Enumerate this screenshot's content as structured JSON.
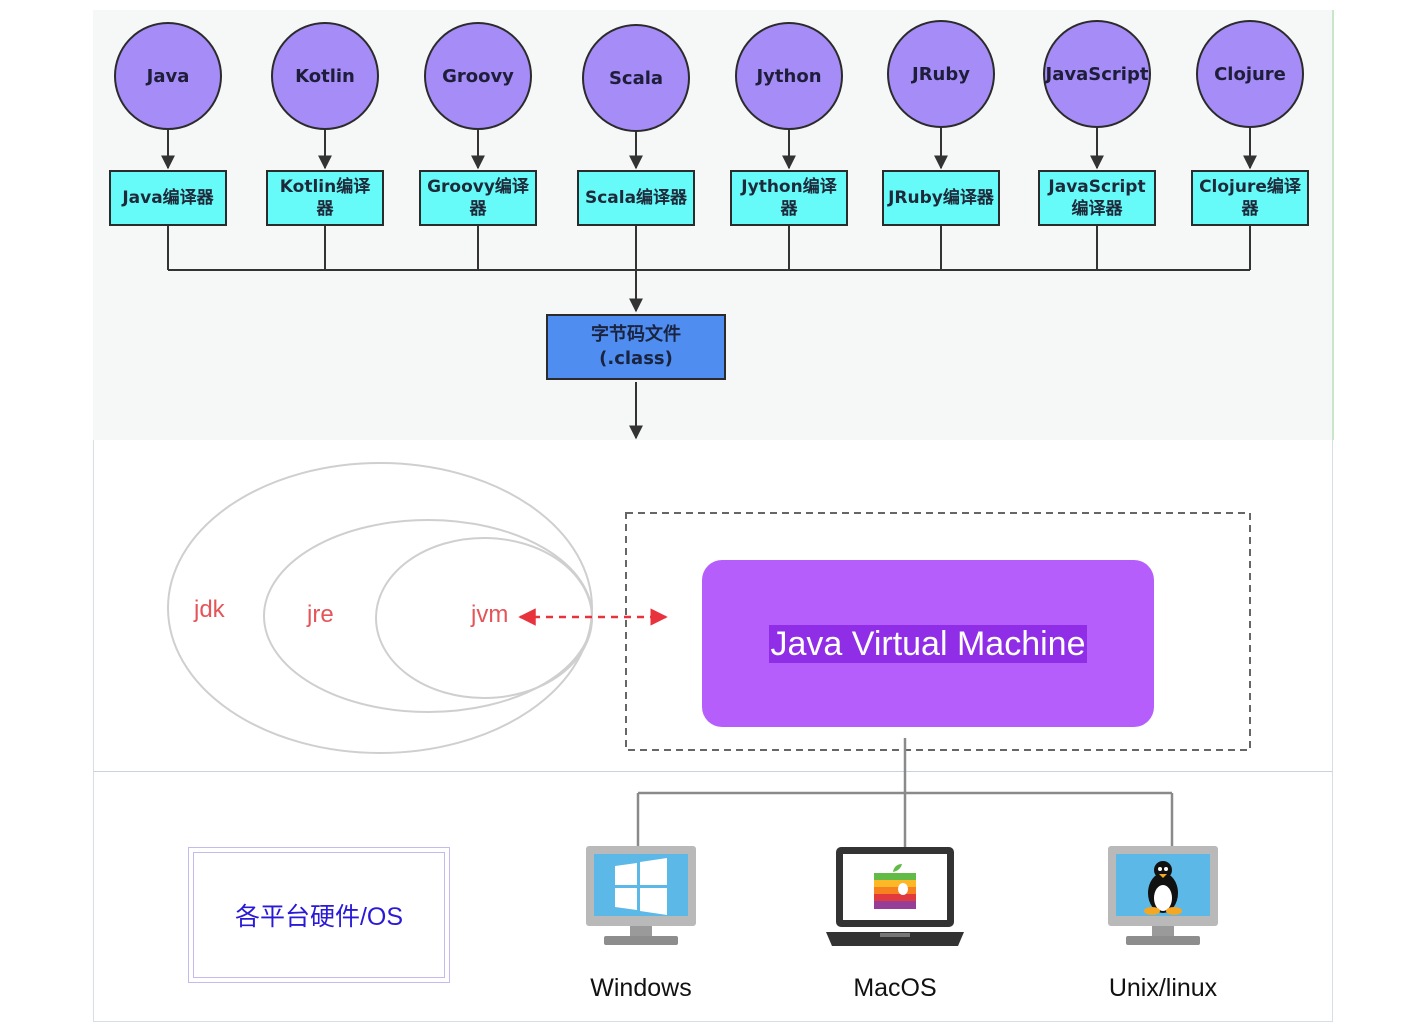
{
  "languages": [
    {
      "name": "Java",
      "compiler": "Java编译器"
    },
    {
      "name": "Kotlin",
      "compiler": "Kotlin编译器"
    },
    {
      "name": "Groovy",
      "compiler": "Groovy编译器"
    },
    {
      "name": "Scala",
      "compiler": "Scala编译器"
    },
    {
      "name": "Jython",
      "compiler": "Jython编译器"
    },
    {
      "name": "JRuby",
      "compiler": "JRuby编译器"
    },
    {
      "name": "JavaScript",
      "compiler": "JavaScript编译器"
    },
    {
      "name": "Clojure",
      "compiler": "Clojure编译器"
    }
  ],
  "bytecode": {
    "line1": "字节码文件",
    "line2": "(.class)"
  },
  "venn": {
    "outer": "jdk",
    "middle": "jre",
    "inner": "jvm"
  },
  "jvm_box": {
    "label": "Java Virtual Machine"
  },
  "os_box": {
    "label": "各平台硬件/OS"
  },
  "platforms": [
    {
      "label": "Windows",
      "icon": "windows-monitor-icon"
    },
    {
      "label": "MacOS",
      "icon": "macos-laptop-icon"
    },
    {
      "label": "Unix/linux",
      "icon": "linux-monitor-icon"
    }
  ],
  "colors": {
    "language_circle": "#a68cf7",
    "compiler_box": "#66fbf8",
    "bytecode_box": "#4f8df0",
    "jvm_box": "#b65efc",
    "venn_text": "#e4555a",
    "os_text": "#2a1ad6"
  }
}
